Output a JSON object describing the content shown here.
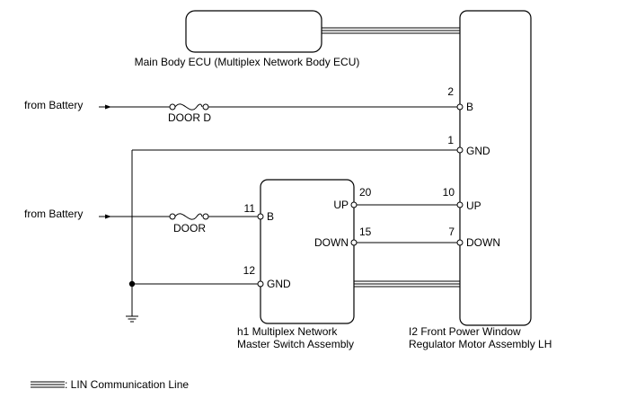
{
  "components": {
    "main_body_ecu": {
      "label": "Main Body ECU (Multiplex Network Body ECU)"
    },
    "master_switch": {
      "label_line1": "h1 Multiplex Network",
      "label_line2": "Master Switch Assembly",
      "pins": {
        "b": {
          "number": "11",
          "name": "B"
        },
        "gnd": {
          "number": "12",
          "name": "GND"
        },
        "up": {
          "number": "20",
          "name": "UP"
        },
        "down": {
          "number": "15",
          "name": "DOWN"
        }
      }
    },
    "regulator_motor": {
      "label_line1": "I2 Front Power Window",
      "label_line2": "Regulator Motor Assembly LH",
      "pins": {
        "b": {
          "number": "2",
          "name": "B"
        },
        "gnd": {
          "number": "1",
          "name": "GND"
        },
        "up": {
          "number": "10",
          "name": "UP"
        },
        "down": {
          "number": "7",
          "name": "DOWN"
        }
      }
    }
  },
  "sources": {
    "battery_top": "from Battery",
    "battery_bottom": "from Battery"
  },
  "fuses": {
    "door_d": "DOOR D",
    "door": "DOOR"
  },
  "legend": {
    "lin_label": ": LIN Communication Line"
  }
}
